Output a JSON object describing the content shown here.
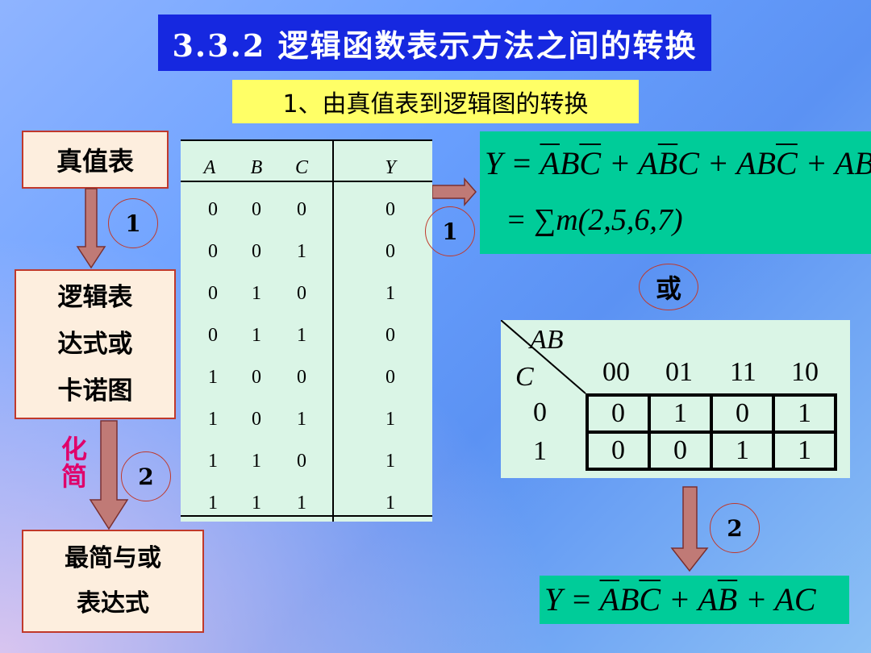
{
  "title": "3.3.2  逻辑函数表示方法之间的转换",
  "subtitle": "1、由真值表到逻辑图的转换",
  "flow": {
    "box1": "真值表",
    "box2_lines": [
      "逻辑表",
      "达式或",
      "卡诺图"
    ],
    "box3_lines": [
      "最简与或",
      "表达式"
    ],
    "step1": "1",
    "step2": "2",
    "simplify_lines": [
      "化",
      "简"
    ]
  },
  "truth_table": {
    "headers": [
      "A",
      "B",
      "C",
      "Y"
    ],
    "rows": [
      [
        "0",
        "0",
        "0",
        "0"
      ],
      [
        "0",
        "0",
        "1",
        "0"
      ],
      [
        "0",
        "1",
        "0",
        "1"
      ],
      [
        "0",
        "1",
        "1",
        "0"
      ],
      [
        "1",
        "0",
        "0",
        "0"
      ],
      [
        "1",
        "0",
        "1",
        "1"
      ],
      [
        "1",
        "1",
        "0",
        "1"
      ],
      [
        "1",
        "1",
        "1",
        "1"
      ]
    ]
  },
  "equation": {
    "step": "1",
    "line1_prefix": "Y = ",
    "sum_text": "= ∑m(2,5,6,7)"
  },
  "or_label": "或",
  "kmap": {
    "row_var": "C",
    "col_var": "AB",
    "col_headers": [
      "00",
      "01",
      "11",
      "10"
    ],
    "row_headers": [
      "0",
      "1"
    ],
    "cells": [
      [
        "0",
        "1",
        "0",
        "1"
      ],
      [
        "0",
        "0",
        "1",
        "1"
      ]
    ],
    "step": "2"
  },
  "final_eq": {
    "prefix": "Y = "
  },
  "colors": {
    "title_bg": "#1628e0",
    "subtitle_bg": "#ffff66",
    "equation_bg": "#00cc99",
    "table_bg": "#daf5e6",
    "arrow": "#c07a76",
    "simplify_text": "#e0006a"
  }
}
